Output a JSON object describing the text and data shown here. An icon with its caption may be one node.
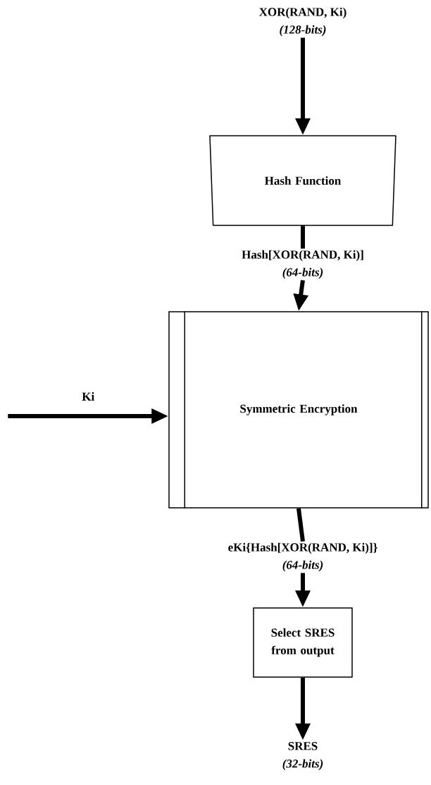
{
  "diagram": {
    "nodes": [
      {
        "text": [
          "XOR(RAND, Ki)",
          "(128-bits)"
        ]
      },
      {
        "text": [
          "Hash Function"
        ]
      },
      {
        "text": [
          "Hash[XOR(RAND, Ki)]",
          "(64-bits)"
        ]
      },
      {
        "text": [
          "Symmetric Encryption"
        ]
      },
      {
        "text": [
          "eKi{Hash[XOR(RAND, Ki)]}",
          "(64-bits)"
        ]
      },
      {
        "text": [
          "Select SRES from output"
        ]
      },
      {
        "text": [
          "SRES",
          "(32-bits)"
        ]
      }
    ],
    "edges": [
      {
        "from": 0,
        "to": 1,
        "arrow": "to"
      },
      {
        "from": 1,
        "to": 2,
        "arrow": "none"
      },
      {
        "from": 2,
        "to": 3,
        "arrow": "to"
      },
      {
        "from": null,
        "to": 3,
        "arrow": "to",
        "label": "Ki"
      },
      {
        "from": 3,
        "to": 4,
        "arrow": "none"
      },
      {
        "from": 4,
        "to": 5,
        "arrow": "to"
      },
      {
        "from": 5,
        "to": 6,
        "arrow": "to"
      }
    ]
  }
}
